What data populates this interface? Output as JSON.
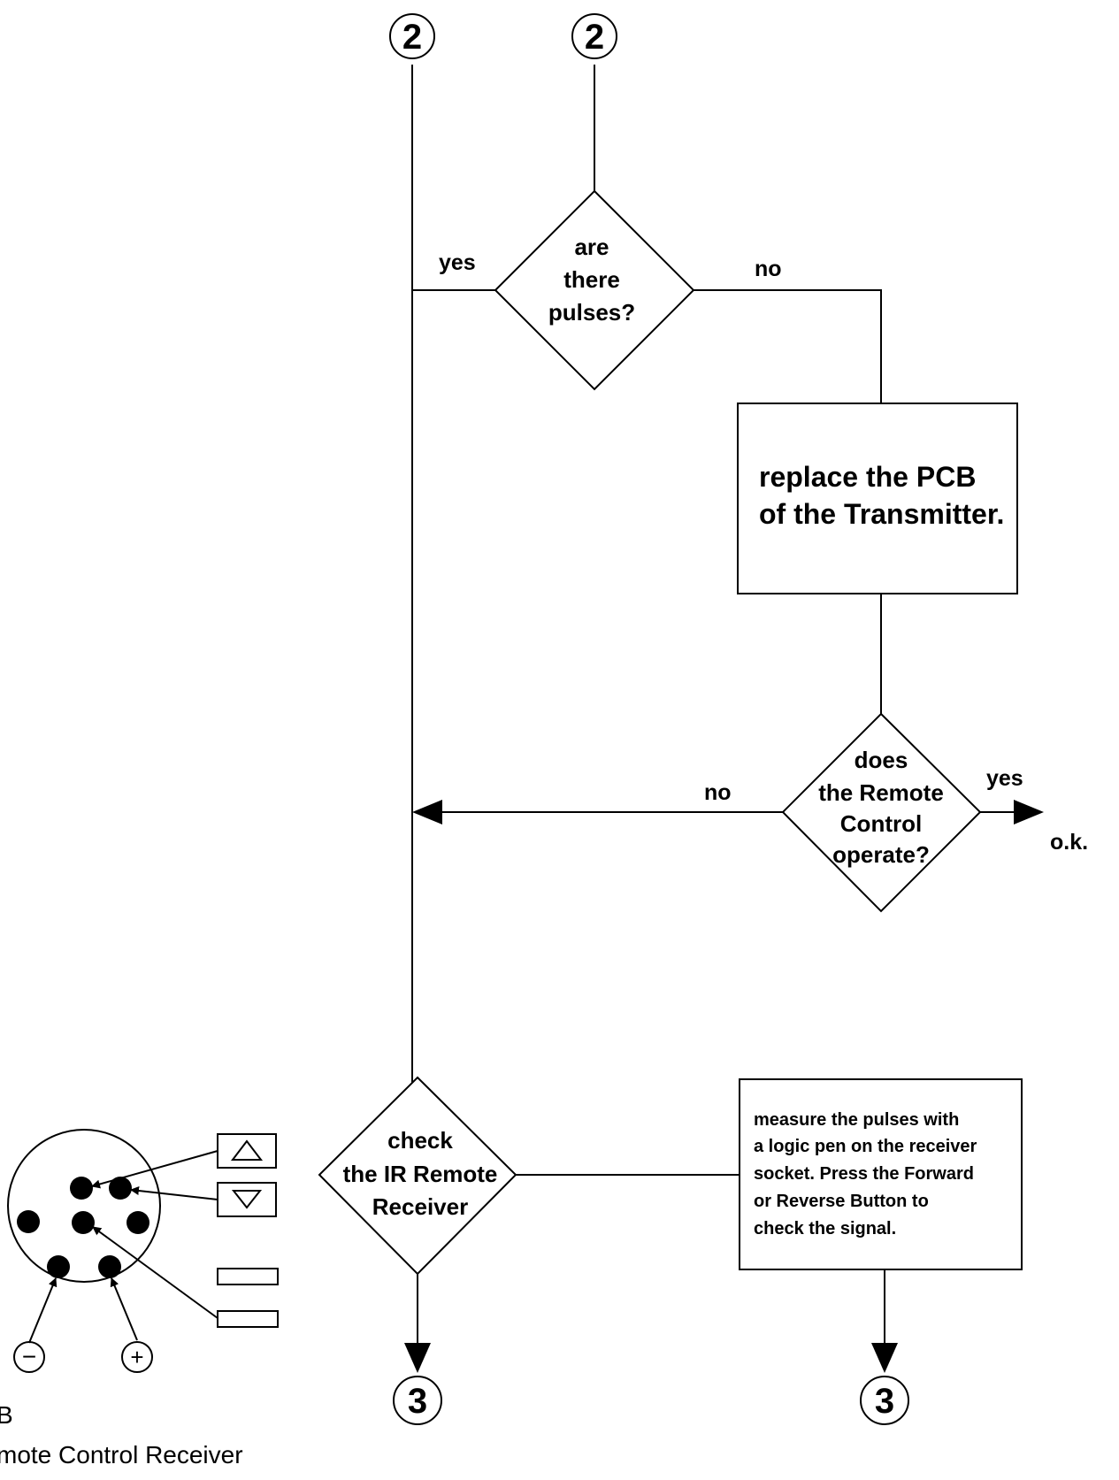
{
  "connectors": {
    "top_left": "2",
    "top_right": "2",
    "bottom_left": "3",
    "bottom_right": "3"
  },
  "decision_pulses": {
    "line1": "are",
    "line2": "there",
    "line3": "pulses?"
  },
  "edge_labels": {
    "pulses_yes": "yes",
    "pulses_no": "no",
    "operate_no": "no",
    "operate_yes": "yes",
    "ok": "o.k."
  },
  "process_replace_pcb": {
    "line1": "replace the PCB",
    "line2": "of the Transmitter."
  },
  "decision_operate": {
    "line1": "does",
    "line2": "the Remote",
    "line3": "Control",
    "line4": "operate?"
  },
  "decision_check": {
    "line1": "check",
    "line2": "the IR Remote",
    "line3": "Receiver"
  },
  "process_measure": {
    "line1": "measure the pulses with",
    "line2": "a logic pen on the receiver",
    "line3": "socket. Press the Forward",
    "line4": "or Reverse Button to",
    "line5": "check the signal."
  },
  "socket_diagram": {
    "minus_symbol": "−",
    "plus_symbol": "+"
  },
  "caption": {
    "line1": "B",
    "line2": "mote Control Receiver"
  }
}
